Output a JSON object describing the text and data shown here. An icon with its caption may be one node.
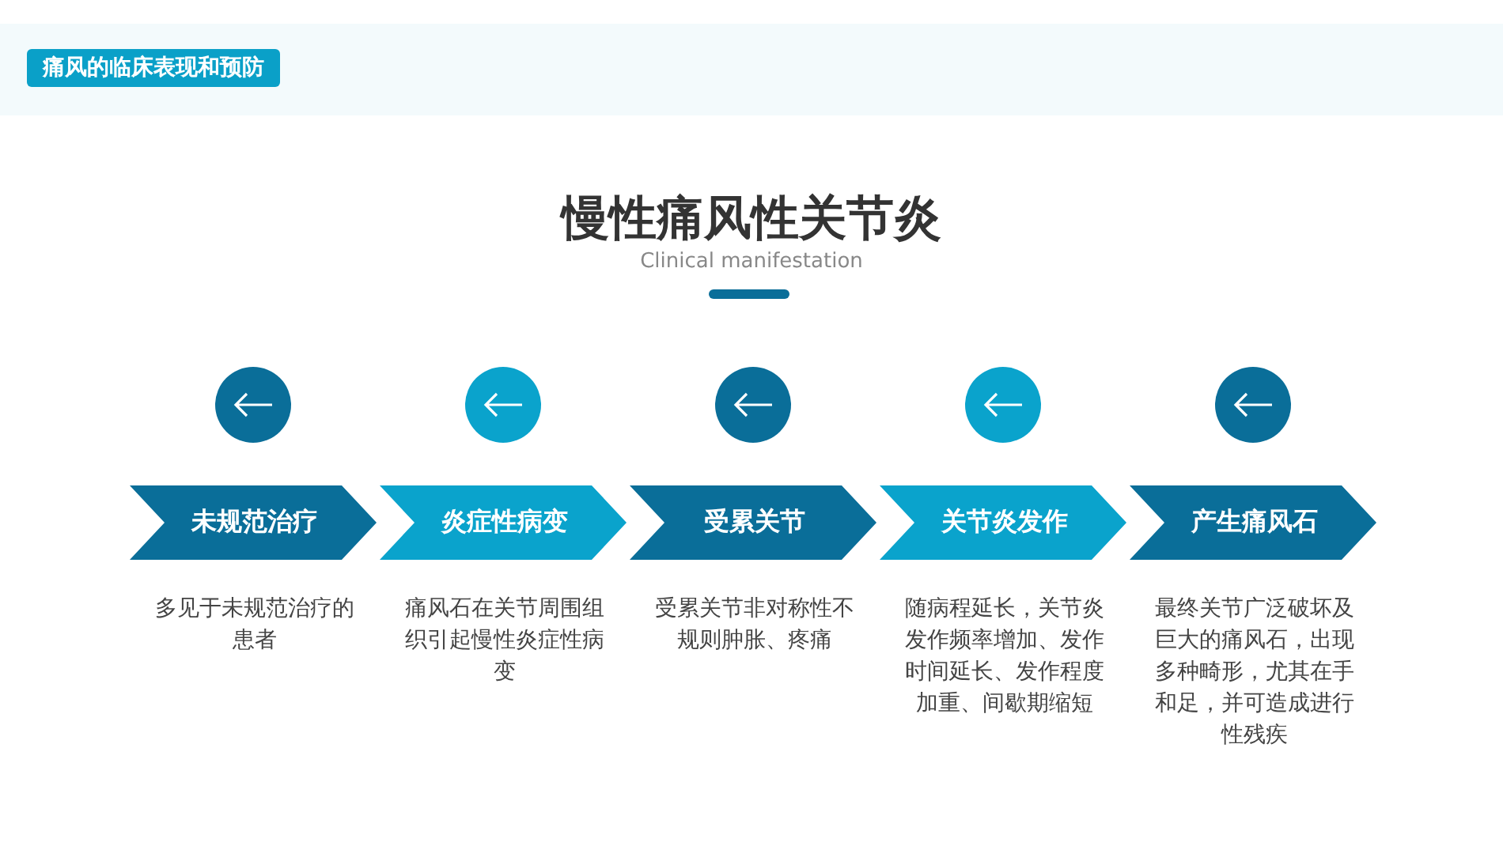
{
  "diagram": {
    "title": "慢性痛风性关节炎",
    "nodes": [
      {
        "text": [
          "未规范治疗"
        ],
        "beside": [
          "多见于未规范治疗的患者"
        ]
      },
      {
        "text": [
          "炎症性病变"
        ],
        "beside": [
          "痛风石在关节周围组织引起慢性炎症性病变"
        ]
      },
      {
        "text": [
          "受累关节"
        ],
        "beside": [
          "受累关节非对称性不规则肿胀、疼痛"
        ]
      },
      {
        "text": [
          "关节炎发作"
        ],
        "beside": [
          "随病程延长，关节炎发作频率增加、发作时间延长、发作程度加重、间歇期缩短"
        ]
      },
      {
        "text": [
          "产生痛风石"
        ],
        "beside": [
          "最终关节广泛破坏及巨大的痛风石，出现多种畸形，尤其在手和足，并可造成进行性残疾"
        ]
      }
    ],
    "labels": [
      "痛风的临床表现和预防",
      "Clinical manifestation"
    ]
  }
}
